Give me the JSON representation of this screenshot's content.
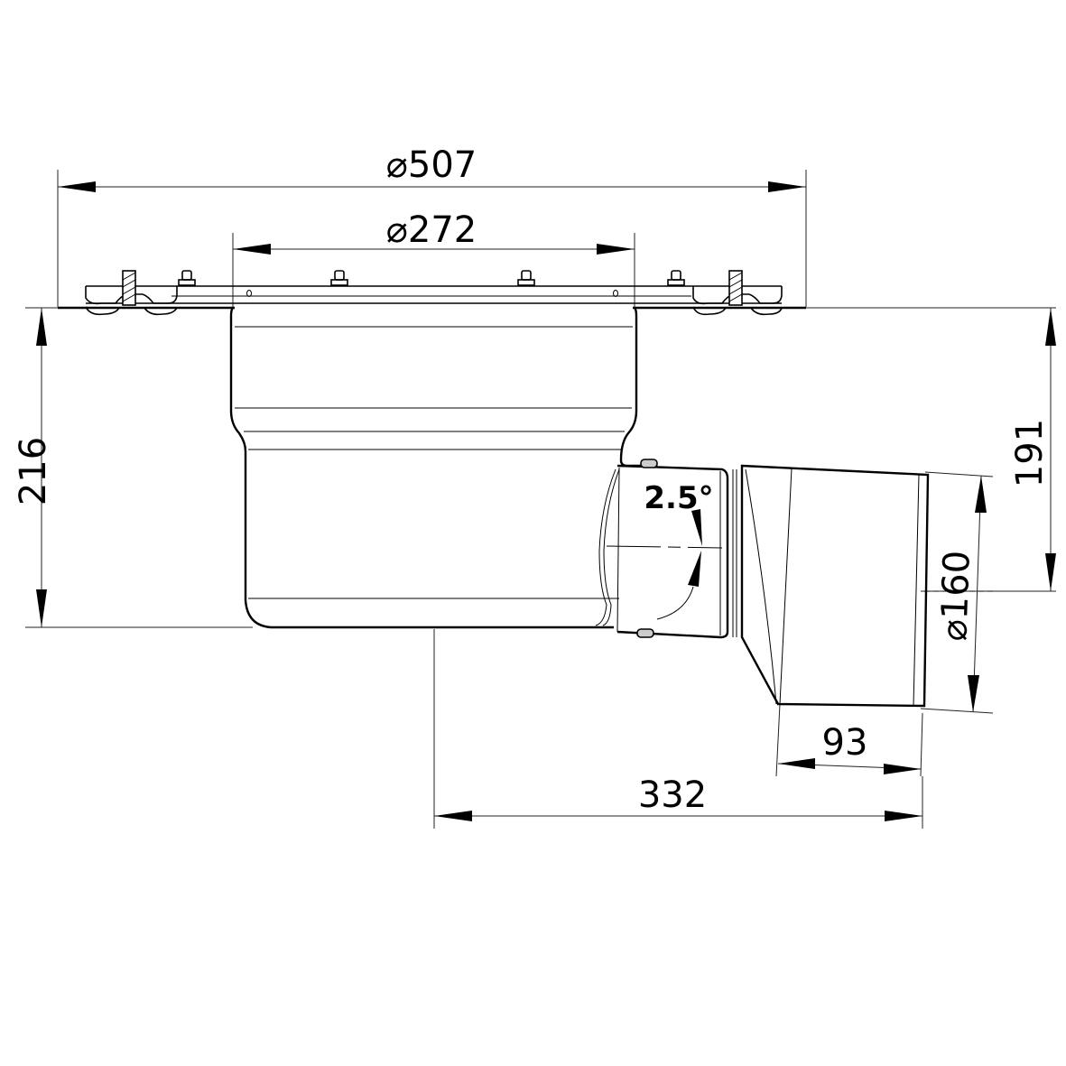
{
  "drawing": {
    "type": "technical-section-drawing",
    "subject": "floor drain body with flange and side outlet",
    "background": "#ffffff",
    "line_color": "#000000"
  },
  "dimensions": {
    "flange_diameter": {
      "symbol": "⌀",
      "value": "507",
      "label": "⌀507"
    },
    "body_diameter": {
      "symbol": "⌀",
      "value": "272",
      "label": "⌀272"
    },
    "total_height": {
      "value": "216",
      "label": "216"
    },
    "outlet_height": {
      "value": "191",
      "label": "191"
    },
    "outlet_diameter": {
      "symbol": "⌀",
      "value": "160",
      "label": "⌀160"
    },
    "outlet_socket_length": {
      "value": "93",
      "label": "93"
    },
    "outlet_reach": {
      "value": "332",
      "label": "332"
    },
    "outlet_slope": {
      "value": "2.5",
      "unit": "°",
      "label": "2.5°"
    }
  }
}
